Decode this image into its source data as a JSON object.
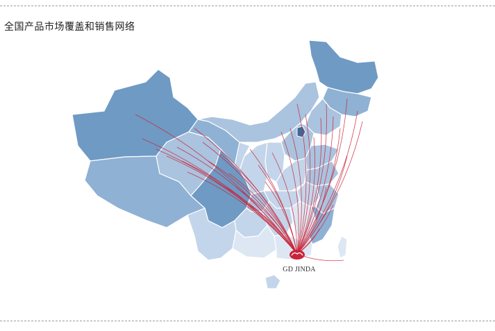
{
  "page": {
    "title": "全国产品市场覆盖和销售网络"
  },
  "map": {
    "region": "china",
    "hub_brand": "GD JINDA",
    "colors": {
      "land_dark": "#6f9ac4",
      "land_mid": "#8eb1d4",
      "land_light": "#aac3df",
      "land_pale": "#c3d5ea",
      "land_faint": "#dde7f3",
      "route_line": "#c9243a",
      "capital": "#3f6897",
      "hub_logo": "#c9243a"
    },
    "route_count": 36
  }
}
